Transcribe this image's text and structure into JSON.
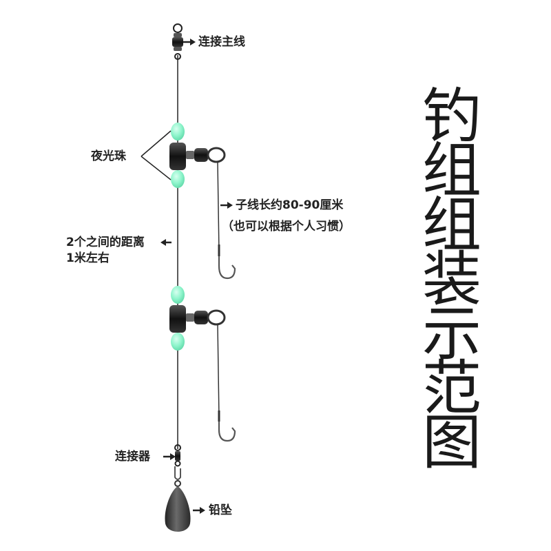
{
  "title_chars": [
    "钓",
    "组",
    "组",
    "装",
    "示",
    "范",
    "图"
  ],
  "labels": {
    "connect_main_line": "连接主线",
    "glow_beads": "夜光珠",
    "branch_length_line1": "子线长约80-90厘米",
    "branch_length_line2": "（也可以根据个人习惯）",
    "spacing_line1": "2个之间的距离",
    "spacing_line2": "1米左右",
    "connector": "连接器",
    "sinker": "铅坠"
  },
  "colors": {
    "glow_bead": "#8ff5cc",
    "line": "#222222",
    "sinker": "#3a3a3a"
  }
}
